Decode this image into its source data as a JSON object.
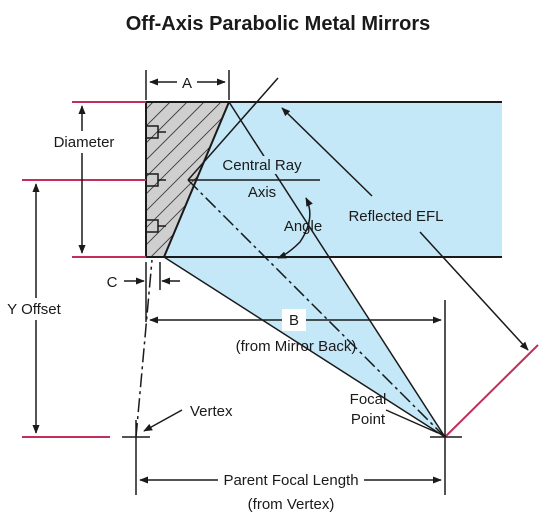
{
  "title": "Off-Axis Parabolic Metal Mirrors",
  "labels": {
    "a": "A",
    "diameter": "Diameter",
    "central_ray_line1": "Central Ray",
    "central_ray_line2": "Axis",
    "angle": "Angle",
    "reflected_efl": "Reflected EFL",
    "c": "C",
    "y_offset": "Y Offset",
    "b": "B",
    "from_mirror_back": "(from Mirror Back)",
    "vertex": "Vertex",
    "focal_point_line1": "Focal",
    "focal_point_line2": "Point",
    "parent_focal_length": "Parent Focal Length",
    "from_vertex": "(from Vertex)"
  },
  "colors": {
    "beam_fill": "#c5e8f8",
    "ref_line": "#c0305a",
    "line": "#1a1a1a",
    "hatch_bg": "#c8c8c8"
  }
}
